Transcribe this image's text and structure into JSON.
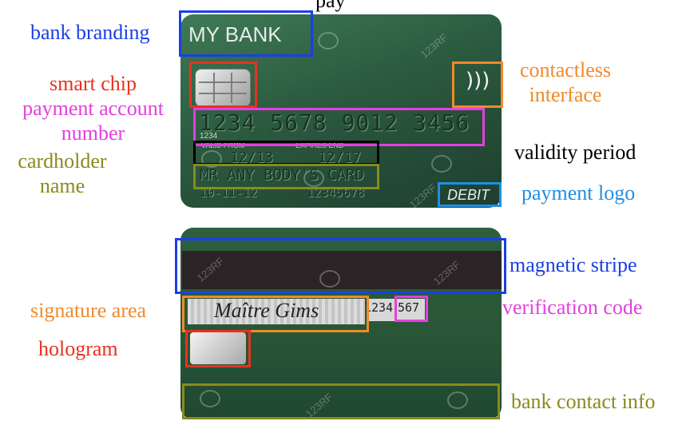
{
  "partial_title": "pay",
  "card_front": {
    "bank_name": "MY BANK",
    "account_number": "1234 5678 9012 3456",
    "account_number_small": "1234",
    "valid_from_label": "VALID FROM",
    "expires_label": "EXPIRES END",
    "valid_from_date": "12/13",
    "expires_date": "12/17",
    "cardholder_name": "MR ANY BODY'S CARD",
    "bottom_left": "10-11-12",
    "bottom_right": "12345678",
    "payment_logo": "DEBIT",
    "contactless_symbol": ")))"
  },
  "card_back": {
    "signature": "Maître Gims",
    "card_number_tail": "1234",
    "verification_code": "567"
  },
  "watermark": "123RF",
  "labels": [
    {
      "text": "bank branding",
      "color": "#1a3fe6"
    },
    {
      "text": "smart chip",
      "color": "#e8321e"
    },
    {
      "text": "payment account number",
      "color": "#e43fe0"
    },
    {
      "text": "cardholder name",
      "color": "#8a8a1e"
    },
    {
      "text": "contactless interface",
      "color": "#f08a2a"
    },
    {
      "text": "validity period",
      "color": "#000000"
    },
    {
      "text": "payment logo",
      "color": "#1e8fe8"
    },
    {
      "text": "magnetic stripe",
      "color": "#1a3fe6"
    },
    {
      "text": "signature area",
      "color": "#f08a2a"
    },
    {
      "text": "hologram",
      "color": "#e8321e"
    },
    {
      "text": "verification code",
      "color": "#e43fe0"
    },
    {
      "text": "bank contact info",
      "color": "#8a8a1e"
    }
  ],
  "colors": {
    "blue": "#1a3fe6",
    "red": "#e8321e",
    "magenta": "#e43fe0",
    "olive": "#8a8a1e",
    "orange": "#f08a2a",
    "black": "#000000",
    "light_blue": "#1e8fe8"
  }
}
